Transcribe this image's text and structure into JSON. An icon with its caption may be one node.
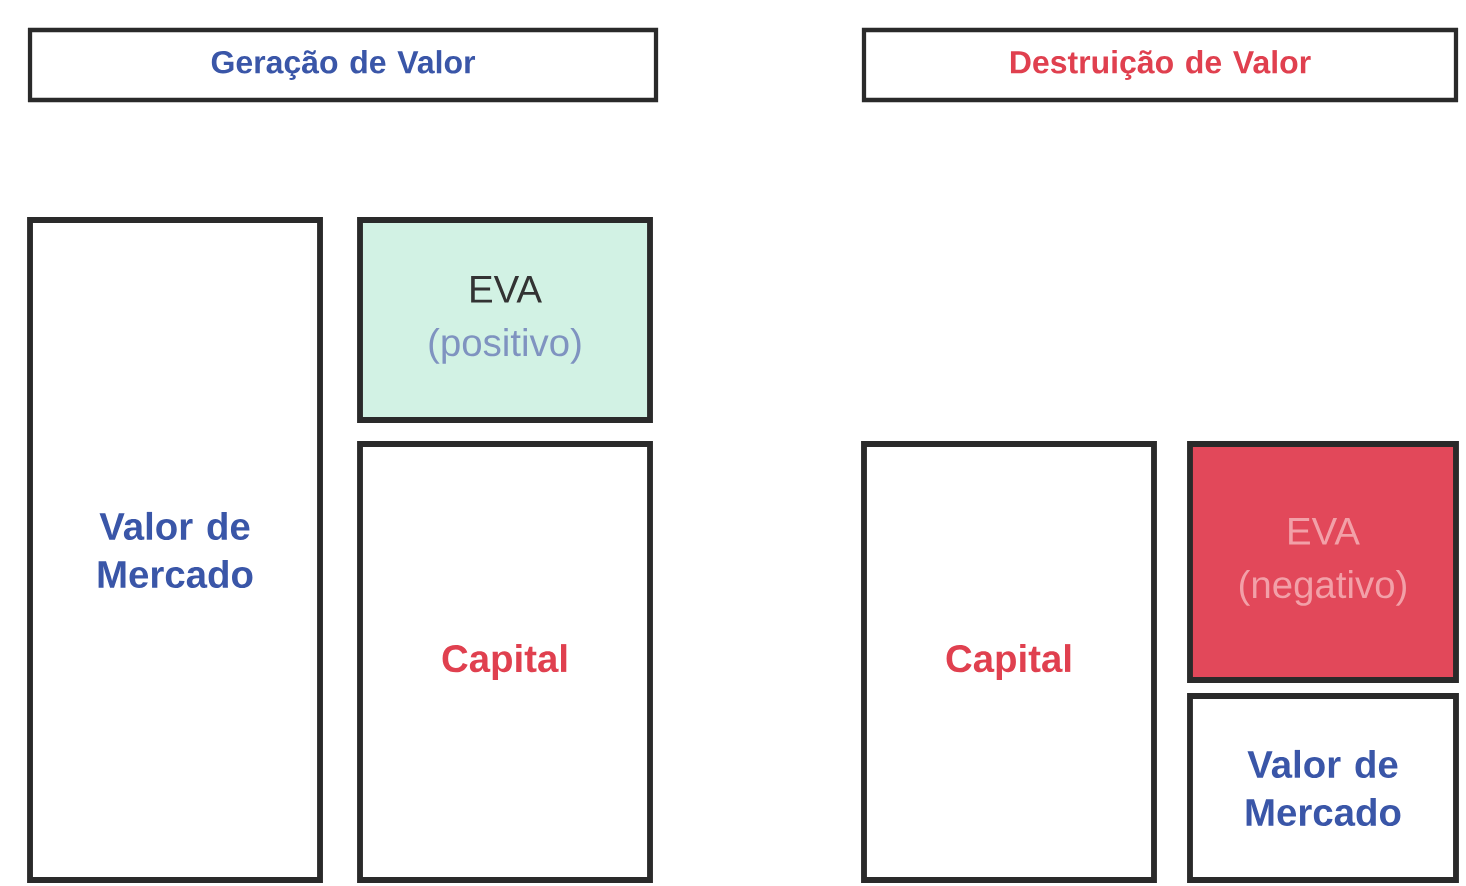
{
  "diagram": {
    "nodes": [
      {
        "text": [
          "Geração de Valor"
        ]
      },
      {
        "text": [
          "Destruição de Valor"
        ]
      },
      {
        "text": [
          "Valor de Mercado"
        ]
      },
      {
        "text": [
          "EVA",
          "(positivo)"
        ]
      },
      {
        "text": [
          "Capital"
        ]
      },
      {
        "text": [
          "Capital"
        ]
      },
      {
        "text": [
          "EVA",
          "(negativo)"
        ]
      },
      {
        "text": [
          "Valor de Mercado"
        ]
      }
    ]
  }
}
